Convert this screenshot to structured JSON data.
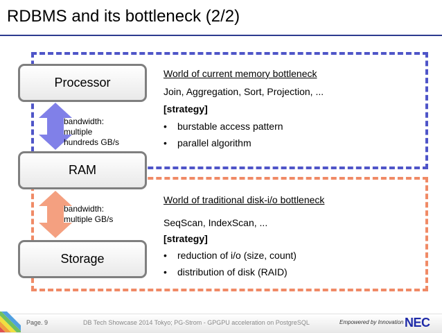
{
  "slide": {
    "title": "RDBMS and its bottleneck (2/2)"
  },
  "nodes": {
    "processor": "Processor",
    "ram": "RAM",
    "storage": "Storage"
  },
  "bandwidth": {
    "upper": [
      "bandwidth:",
      "multiple",
      "hundreds GB/s"
    ],
    "lower": [
      "bandwidth:",
      "multiple GB/s"
    ]
  },
  "memory_world": {
    "heading": "World of current memory bottleneck",
    "ops": "Join, Aggregation, Sort, Projection, ...",
    "strategy_label": "[strategy]",
    "bullets": [
      "burstable access pattern",
      "parallel algorithm"
    ]
  },
  "disk_world": {
    "heading": "World of traditional disk-i/o bottleneck",
    "ops": "SeqScan, IndexScan, ...",
    "strategy_label": "[strategy]",
    "bullets": [
      "reduction of i/o (size, count)",
      "distribution of disk (RAID)"
    ]
  },
  "footer": {
    "page": "Page. 9",
    "text": "DB Tech Showcase 2014 Tokyo; PG-Strom - GPGPU acceleration on PostgreSQL",
    "tagline": "Empowered by Innovation",
    "logo": "NEC"
  },
  "colors": {
    "memory_border": "#4f55c8",
    "disk_border": "#f08a66",
    "upper_arrow": "#8080e8",
    "lower_arrow": "#f4a080"
  }
}
